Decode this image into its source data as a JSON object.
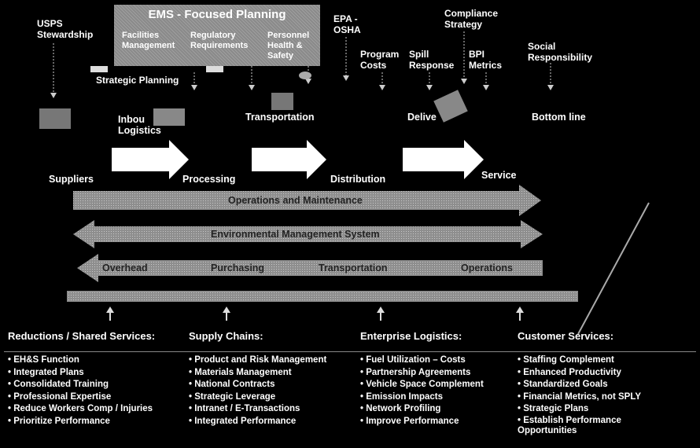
{
  "top": {
    "usps": "USPS\nStewardship",
    "ems_title": "EMS - Focused Planning",
    "ems_cols": [
      "Facilities\nManagement",
      "Regulatory\nRequirements",
      "Personnel\nHealth &\nSafety"
    ],
    "strategic": "Strategic Planning",
    "epa": "EPA -\nOSHA",
    "program_costs": "Program\nCosts",
    "spill": "Spill\nResponse",
    "compliance": "Compliance\nStrategy",
    "bpi": "BPI\nMetrics",
    "social": "Social\nResponsibility"
  },
  "flow_labels": {
    "inbound": "Inbou\nLogistics",
    "transportation": "Transportation",
    "delivery": "Delive",
    "bottom_line": "Bottom line",
    "suppliers": "Suppliers",
    "processing": "Processing",
    "distribution": "Distribution",
    "service": "Service"
  },
  "bars": {
    "ops_maint": "Operations and Maintenance",
    "ems": "Environmental Management System",
    "overhead": "Overhead",
    "purchasing": "Purchasing",
    "transportation": "Transportation",
    "operations": "Operations"
  },
  "sections": [
    {
      "header": "Reductions / Shared Services:",
      "items": [
        "EH&S Function",
        "Integrated Plans",
        "Consolidated Training",
        "Professional Expertise",
        "Reduce Workers Comp / Injuries",
        "Prioritize Performance"
      ]
    },
    {
      "header": "Supply Chains:",
      "items": [
        "Product and Risk Management",
        "Materials Management",
        "National Contracts",
        "Strategic Leverage",
        "Intranet / E-Transactions",
        "Integrated Performance"
      ]
    },
    {
      "header": "Enterprise Logistics:",
      "items": [
        "Fuel Utilization – Costs",
        "Partnership Agreements",
        "Vehicle Space Complement",
        "Emission Impacts",
        "Network Profiling",
        "Improve Performance"
      ]
    },
    {
      "header": "Customer Services:",
      "items": [
        "Staffing Complement",
        "Enhanced Productivity",
        "Standardized Goals",
        "Financial Metrics, not SPLY",
        "Strategic Plans",
        "Establish Performance\nOpportunities"
      ]
    }
  ],
  "colors": {
    "background": "#000000",
    "bar": "#9a9a9a",
    "text": "#ffffff"
  }
}
